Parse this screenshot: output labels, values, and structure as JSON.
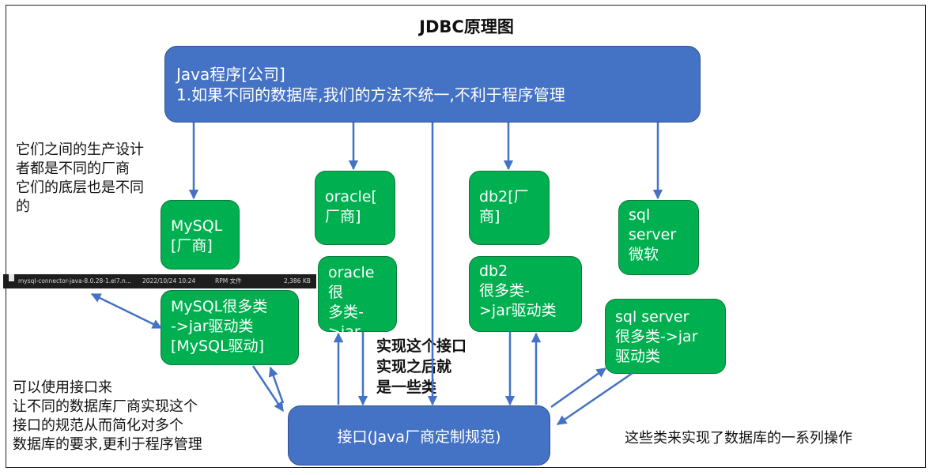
{
  "title": "JDBC原理图",
  "java_box": {
    "line1": "Java程序[公司]",
    "line2": "1.如果不同的数据库,我们的方法不统一,不利于程序管理"
  },
  "interface_box": {
    "label": "接口(Java厂商定制规范)"
  },
  "vendors": {
    "mysql": "MySQL\n[厂商]",
    "oracle": "oracle[\n厂商]",
    "db2": "db2[厂\n商]",
    "sqlserver": "sql\nserver\n微软"
  },
  "drivers": {
    "mysql": "MySQL很多类\n->jar驱动类\n[MySQL驱动]",
    "oracle": "oracle很\n多类->jar\n驱动类",
    "db2": "db2\n很多类-\n>jar驱动类",
    "sqlserver": "sql server\n很多类->jar\n驱动类"
  },
  "notes": {
    "vendors_note": "它们之间的生产设计\n者都是不同的厂商\n它们的底层也是不同\n的",
    "interface_note": "可以使用接口来\n让不同的数据库厂商实现这个\n接口的规范从而简化对多个\n数据库的要求,更利于程序管理",
    "implement_note": "实现这个接口\n实现之后就\n是一些类",
    "classes_note": "这些类来实现了数据库的一系列操作"
  },
  "file_row": {
    "name": "mysql-connector-java-8.0.28-1.el7.n...",
    "date": "2022/10/24 10:24",
    "type": "RPM 文件",
    "size": "2,386 KB"
  },
  "colors": {
    "blue_box": "#4472c4",
    "green_box": "#00b050",
    "arrow": "#4472c4"
  }
}
